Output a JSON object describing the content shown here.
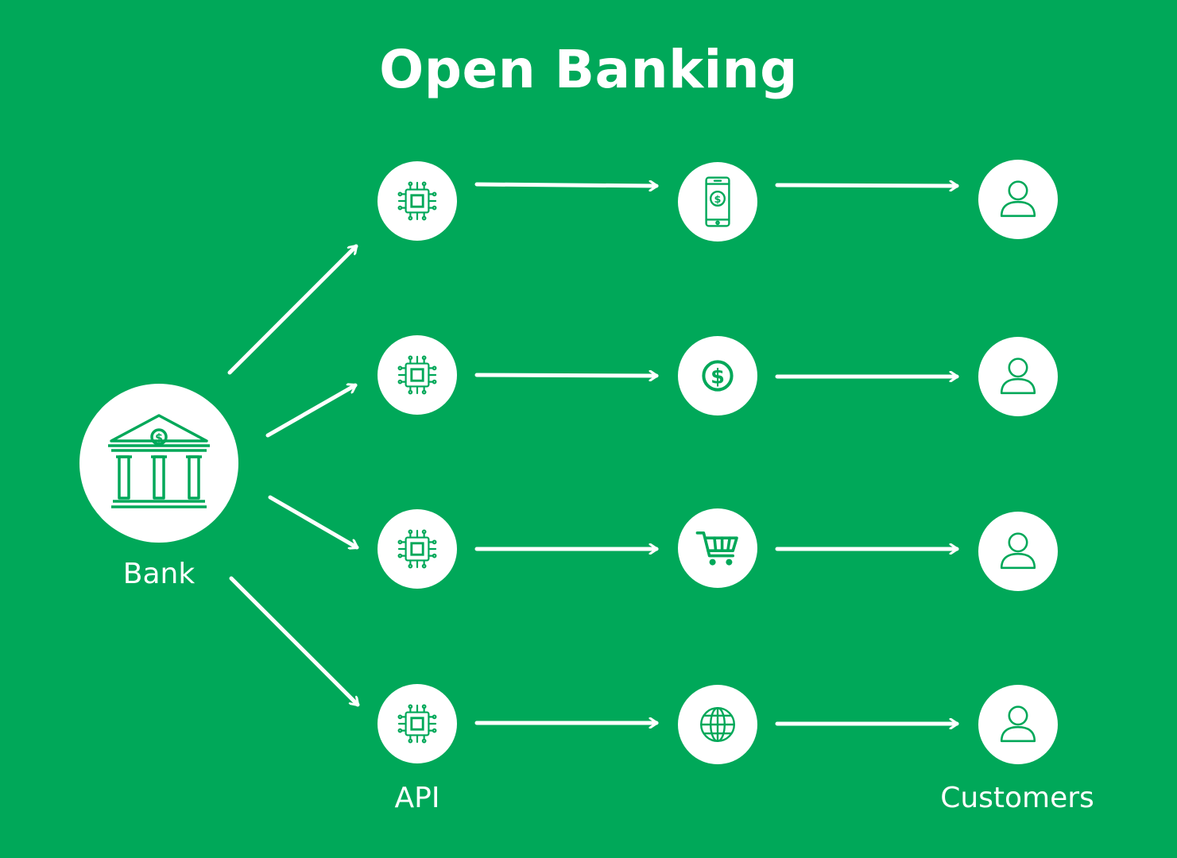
{
  "title": "Open Banking",
  "labels": {
    "bank": "Bank",
    "api": "API",
    "customers": "Customers"
  },
  "colors": {
    "background": "#00a859",
    "node_fill": "#ffffff",
    "icon_stroke": "#00a859",
    "arrow": "#ffffff"
  },
  "nodes": {
    "bank": {
      "icon": "bank-icon"
    },
    "rows": [
      {
        "api_icon": "chip-icon",
        "service_icon": "mobile-payment-icon",
        "customer_icon": "user-icon"
      },
      {
        "api_icon": "chip-icon",
        "service_icon": "dollar-coin-icon",
        "customer_icon": "user-icon"
      },
      {
        "api_icon": "chip-icon",
        "service_icon": "shopping-cart-icon",
        "customer_icon": "user-icon"
      },
      {
        "api_icon": "chip-icon",
        "service_icon": "globe-icon",
        "customer_icon": "user-icon"
      }
    ]
  }
}
